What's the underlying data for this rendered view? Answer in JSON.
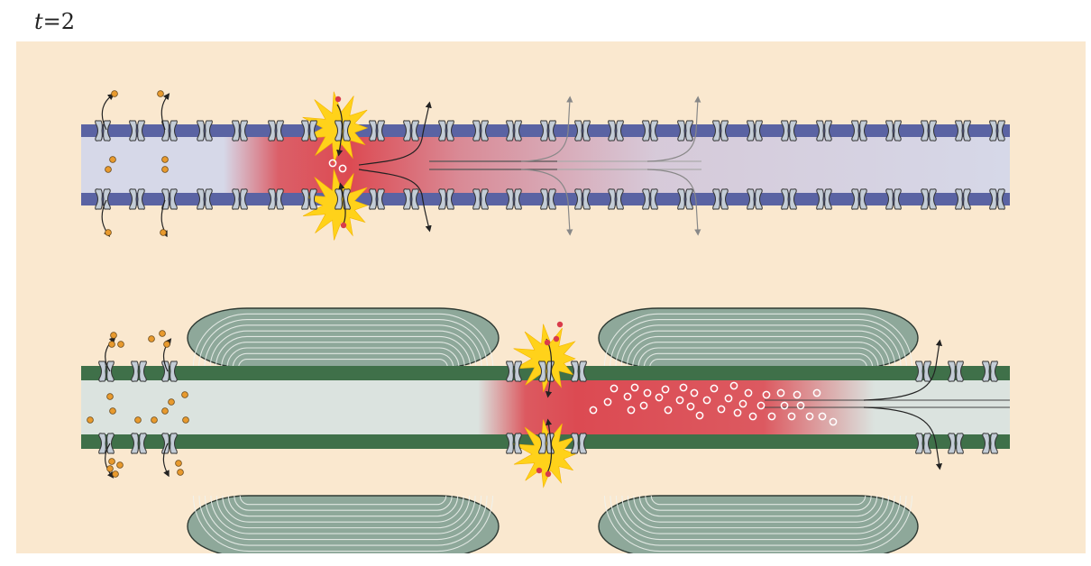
{
  "figure": {
    "time_label": {
      "variable": "t",
      "equals": "=",
      "value": "2"
    }
  },
  "colors": {
    "background": "#fae8cf",
    "unmyelinated_membrane": "#5a63a3",
    "unmyelinated_axoplasm": "#d6d8e8",
    "myelinated_membrane": "#3f7049",
    "myelinated_axoplasm": "#dbe3df",
    "myelin_sheath": "#8ea89a",
    "depolarization": "#dc4a52",
    "sodium_ion": "#d93b4a",
    "potassium_ion": "#e89a2e",
    "spark": "#ffd21a",
    "channel": "#c3ccd6"
  },
  "axons": [
    {
      "id": "unmyelinated-axon",
      "type": "unmyelinated"
    },
    {
      "id": "myelinated-axon",
      "type": "myelinated"
    }
  ],
  "icons": [
    "ion-channel-icon",
    "sodium-ion-icon",
    "potassium-ion-icon",
    "spark-icon",
    "current-arrow-icon",
    "myelin-sheath-icon"
  ]
}
